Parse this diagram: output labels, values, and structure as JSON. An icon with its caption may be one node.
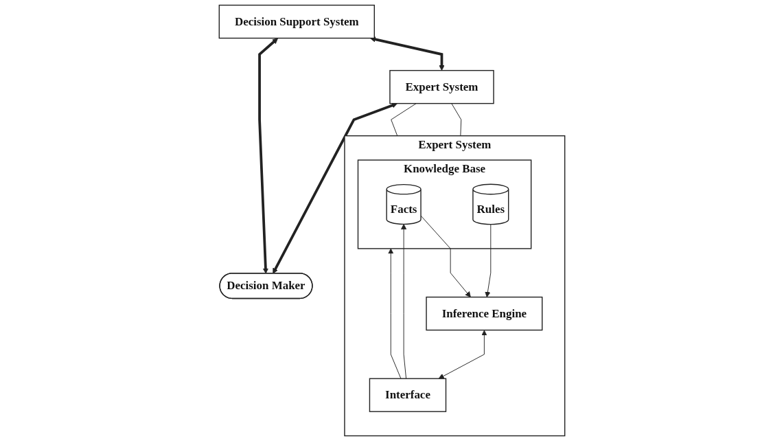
{
  "diagram": {
    "nodes": [
      {
        "text": [
          "Decision Support System"
        ]
      },
      {
        "text": [
          "Expert System"
        ]
      },
      {
        "text": [
          "Decision Maker"
        ]
      },
      {
        "text": [
          "Expert System"
        ]
      },
      {
        "text": [
          "Knowledge Base"
        ],
        "in": 3
      },
      {
        "text": [
          "Facts"
        ],
        "in": 4
      },
      {
        "text": [
          "Rules"
        ],
        "in": 4
      },
      {
        "text": [
          "Inference Engine"
        ],
        "in": 3
      },
      {
        "text": [
          "Interface"
        ],
        "in": 3
      }
    ],
    "edges": [
      {
        "from": 0,
        "to": 2,
        "arrow": "both",
        "style": "thick"
      },
      {
        "from": 0,
        "to": 1,
        "arrow": "both",
        "style": "thick"
      },
      {
        "from": 1,
        "to": 2,
        "arrow": "both",
        "style": "thick"
      },
      {
        "from": 1,
        "to": 3,
        "arrow": "none"
      },
      {
        "from": 1,
        "to": 3,
        "arrow": "none"
      },
      {
        "from": 5,
        "to": 7,
        "arrow": "to"
      },
      {
        "from": 6,
        "to": 7,
        "arrow": "to"
      },
      {
        "from": 7,
        "to": 8,
        "arrow": "both"
      },
      {
        "from": 8,
        "to": 5,
        "arrow": "to"
      },
      {
        "from": 8,
        "to": 4,
        "arrow": "to"
      }
    ]
  }
}
